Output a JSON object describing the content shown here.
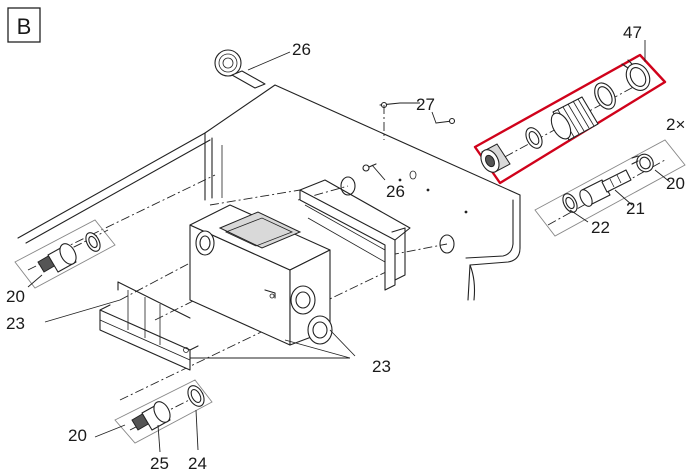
{
  "section_label": "B",
  "callouts": {
    "c26_top": "26",
    "c47": "47",
    "c27": "27",
    "c2x": "2×",
    "c26_mid": "26",
    "c20_right": "20",
    "c21": "21",
    "c22": "22",
    "c20_left": "20",
    "c23_left": "23",
    "c23_right": "23",
    "c20_bottom": "20",
    "c25": "25",
    "c24": "24"
  },
  "colors": {
    "highlight": "#d0021b",
    "line": "#222222"
  }
}
